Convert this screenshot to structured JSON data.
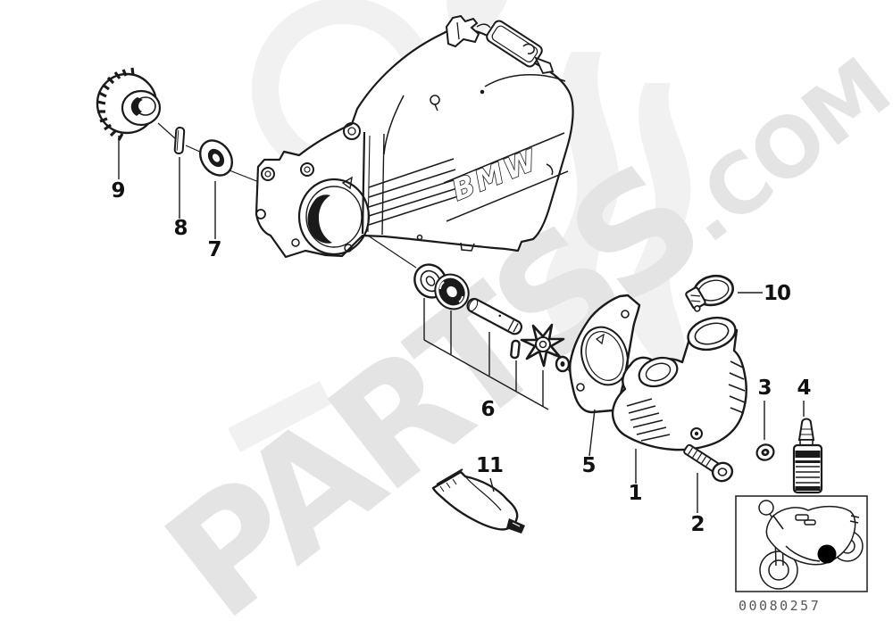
{
  "watermark": {
    "brand": "PARTSS",
    "tld": ".COM"
  },
  "diagram": {
    "cover_logo": "BMW",
    "callouts": [
      {
        "label": "1"
      },
      {
        "label": "2"
      },
      {
        "label": "3"
      },
      {
        "label": "4"
      },
      {
        "label": "5"
      },
      {
        "label": "6"
      },
      {
        "label": "7"
      },
      {
        "label": "8"
      },
      {
        "label": "9"
      },
      {
        "label": "10"
      },
      {
        "label": "11"
      }
    ]
  },
  "thumbnail": {
    "image_code": "00080257"
  },
  "colors": {
    "line": "#1a1a1a",
    "watermark_text": "#e4e4e4",
    "watermark_shape": "#f1f1f1",
    "code_text": "#575757",
    "location_dot": "#000000"
  }
}
